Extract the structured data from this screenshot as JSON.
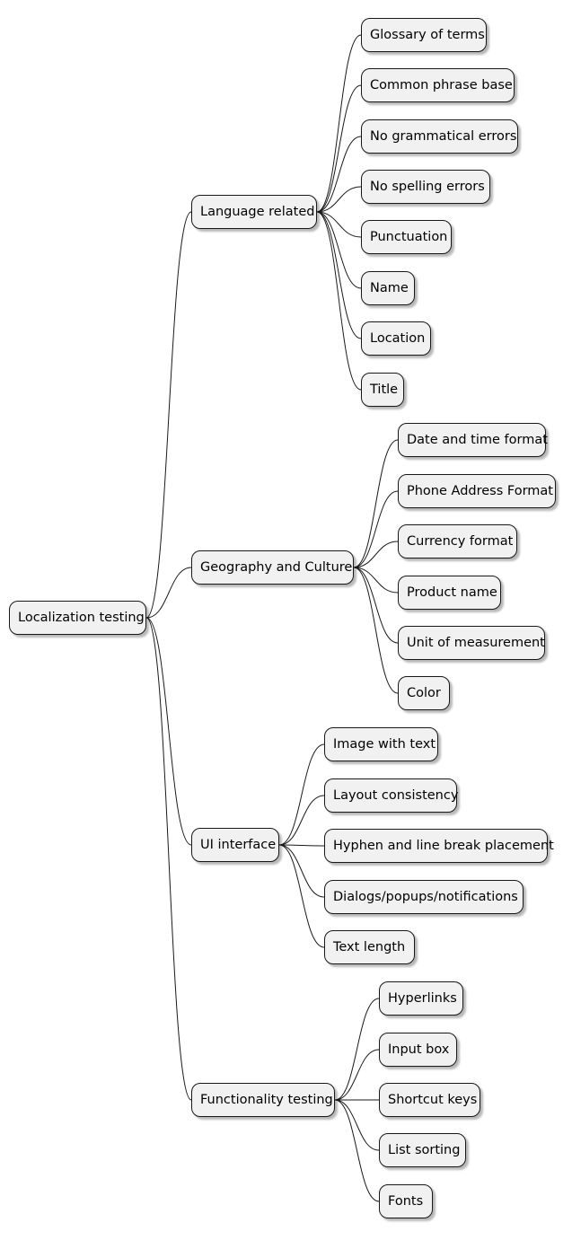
{
  "mindmap": {
    "root": "Localization testing",
    "branches": [
      {
        "label": "Language related",
        "children": [
          "Glossary of terms",
          "Common phrase base",
          "No grammatical errors",
          "No spelling errors",
          "Punctuation",
          "Name",
          "Location",
          "Title"
        ]
      },
      {
        "label": "Geography and Culture",
        "children": [
          "Date and time format",
          "Phone Address Format",
          "Currency format",
          "Product name",
          "Unit of measurement",
          "Color"
        ]
      },
      {
        "label": "UI interface",
        "children": [
          "Image with text",
          "Layout consistency",
          "Hyphen and line break placement",
          "Dialogs/popups/notifications",
          "Text length"
        ]
      },
      {
        "label": "Functionality testing",
        "children": [
          "Hyperlinks",
          "Input box",
          "Shortcut keys",
          "List sorting",
          "Fonts"
        ]
      }
    ]
  }
}
